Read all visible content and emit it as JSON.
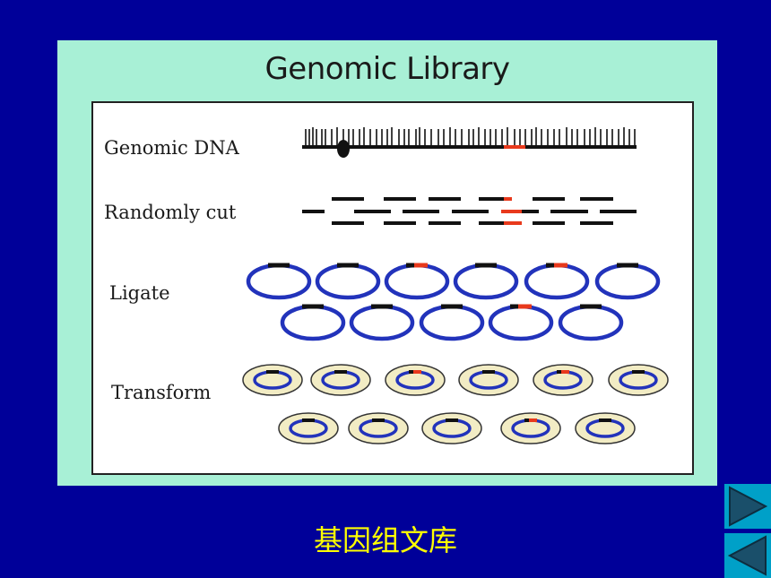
{
  "figure": {
    "title": "Genomic Library",
    "steps": [
      {
        "label": "Genomic DNA"
      },
      {
        "label": "Randomly cut"
      },
      {
        "label": "Ligate"
      },
      {
        "label": "Transform"
      }
    ]
  },
  "caption": "基因组文库",
  "navigation": {
    "next_icon": "triangle-right-icon",
    "prev_icon": "triangle-left-icon"
  },
  "colors": {
    "background": "#000099",
    "figure_bg": "#a8f0d6",
    "dna": "#111111",
    "highlight": "#e8391c",
    "plasmid": "#2233bb",
    "cell_fill": "#f2ecc4",
    "caption": "#ffff00",
    "nav_button": "#00a0c8"
  }
}
